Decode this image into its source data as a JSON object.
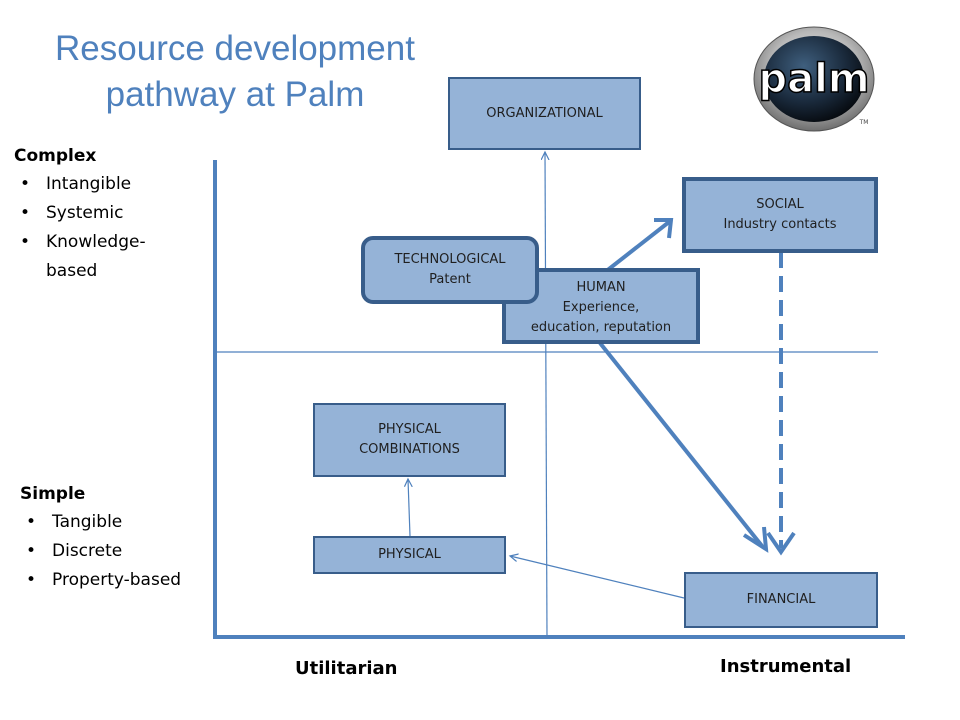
{
  "title": {
    "line1": "Resource development",
    "line2": "pathway at Palm"
  },
  "logo": {
    "text": "palm",
    "trademark": "TM"
  },
  "complex": {
    "heading": "Complex",
    "items": [
      "Intangible",
      "Systemic",
      "Knowledge-",
      "based"
    ]
  },
  "simple": {
    "heading": "Simple",
    "items": [
      "Tangible",
      "Discrete",
      "Property-based"
    ]
  },
  "axis": {
    "x_left": "Utilitarian",
    "x_right": "Instrumental"
  },
  "boxes": {
    "organizational": {
      "line1": "ORGANIZATIONAL"
    },
    "social": {
      "line1": "SOCIAL",
      "line2": "Industry contacts"
    },
    "technological": {
      "line1": "TECHNOLOGICAL",
      "line2": "Patent"
    },
    "human": {
      "line1": "HUMAN",
      "line2": "Experience,",
      "line3": "education, reputation"
    },
    "physical_combinations": {
      "line1": "PHYSICAL",
      "line2": "COMBINATIONS"
    },
    "physical": {
      "line1": "PHYSICAL"
    },
    "financial": {
      "line1": "FINANCIAL"
    }
  },
  "colors": {
    "title": "#4f81bd",
    "box_fill": "#95b3d7",
    "box_border": "#385d8a",
    "arrow": "#4f81bd",
    "axis": "#4f81bd"
  }
}
